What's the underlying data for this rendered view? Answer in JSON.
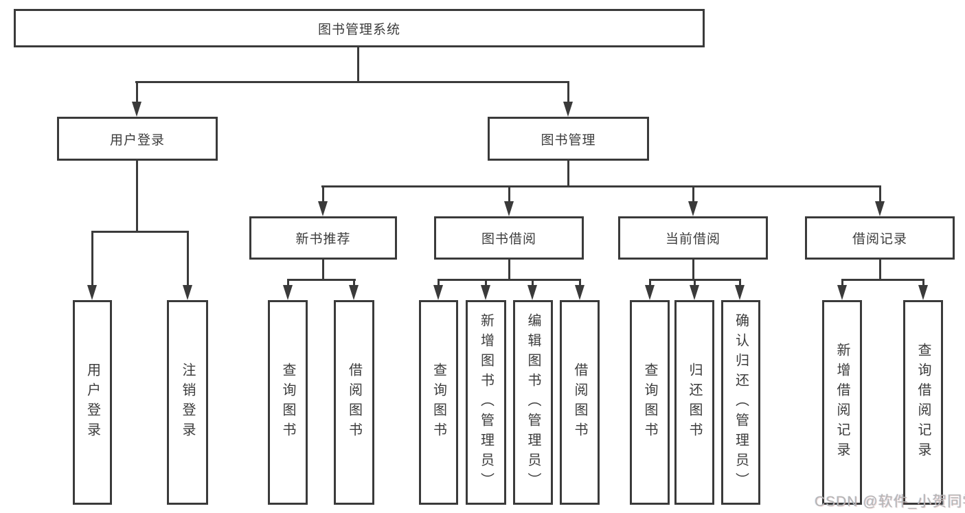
{
  "tree": {
    "label": "图书管理系统",
    "children": [
      {
        "label": "用户登录",
        "children": [
          {
            "label": "用户登录"
          },
          {
            "label": "注销登录"
          }
        ]
      },
      {
        "label": "图书管理",
        "children": [
          {
            "label": "新书推荐",
            "children": [
              {
                "label": "查询图书"
              },
              {
                "label": "借阅图书"
              }
            ]
          },
          {
            "label": "图书借阅",
            "children": [
              {
                "label": "查询图书"
              },
              {
                "label": "新增图书（管理员）"
              },
              {
                "label": "编辑图书（管理员）"
              },
              {
                "label": "借阅图书"
              }
            ]
          },
          {
            "label": "当前借阅",
            "children": [
              {
                "label": "查询图书"
              },
              {
                "label": "归还图书"
              },
              {
                "label": "确认归还（管理员）"
              }
            ]
          },
          {
            "label": "借阅记录",
            "children": [
              {
                "label": "新增借阅记录"
              },
              {
                "label": "查询借阅记录"
              }
            ]
          }
        ]
      }
    ]
  },
  "watermark": {
    "text": "CSDN @软件_小贺同学"
  },
  "colors": {
    "line": "#3a3a3a",
    "box_border": "#3a3a3a",
    "text": "#3c3c3c",
    "background": "#ffffff",
    "watermark": "#b5b5b5"
  }
}
